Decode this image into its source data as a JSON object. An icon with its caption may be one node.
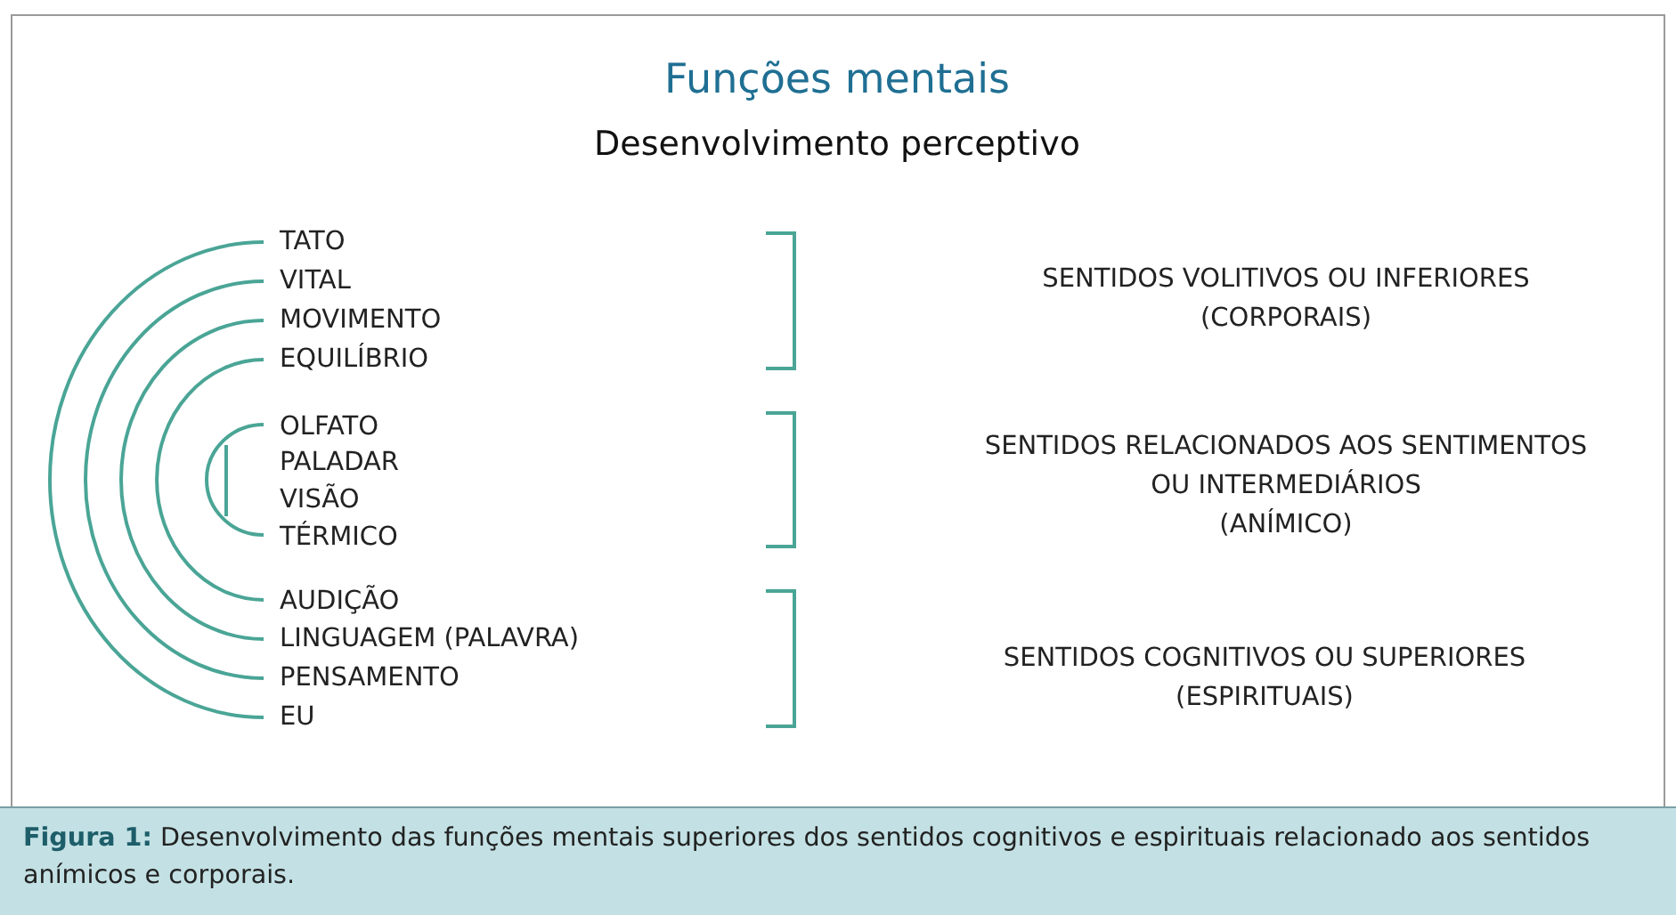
{
  "diagram": {
    "title": "Funções mentais",
    "caption": "**Figura 1:** Desenvolvimento das funções mentais superiores dos sentidos cognitivos e espirituais relacionado aos sentidos anímicos e corporais.",
    "labels": [
      "Desenvolvimento perceptivo",
      "TATO",
      "VITAL",
      "MOVIMENTO",
      "EQUILÍBRIO",
      "OLFATO",
      "PALADAR",
      "VISÃO",
      "TÉRMICO",
      "AUDIÇÃO",
      "LINGUAGEM (PALAVRA)",
      "PENSAMENTO",
      "EU",
      "SENTIDOS VOLITIVOS OU INFERIORES",
      "(CORPORAIS)",
      "SENTIDOS RELACIONADOS AOS SENTIMENTOS",
      "OU INTERMEDIÁRIOS",
      "(ANÍMICO)",
      "SENTIDOS COGNITIVOS OU SUPERIORES",
      "(ESPIRITUAIS)"
    ]
  }
}
